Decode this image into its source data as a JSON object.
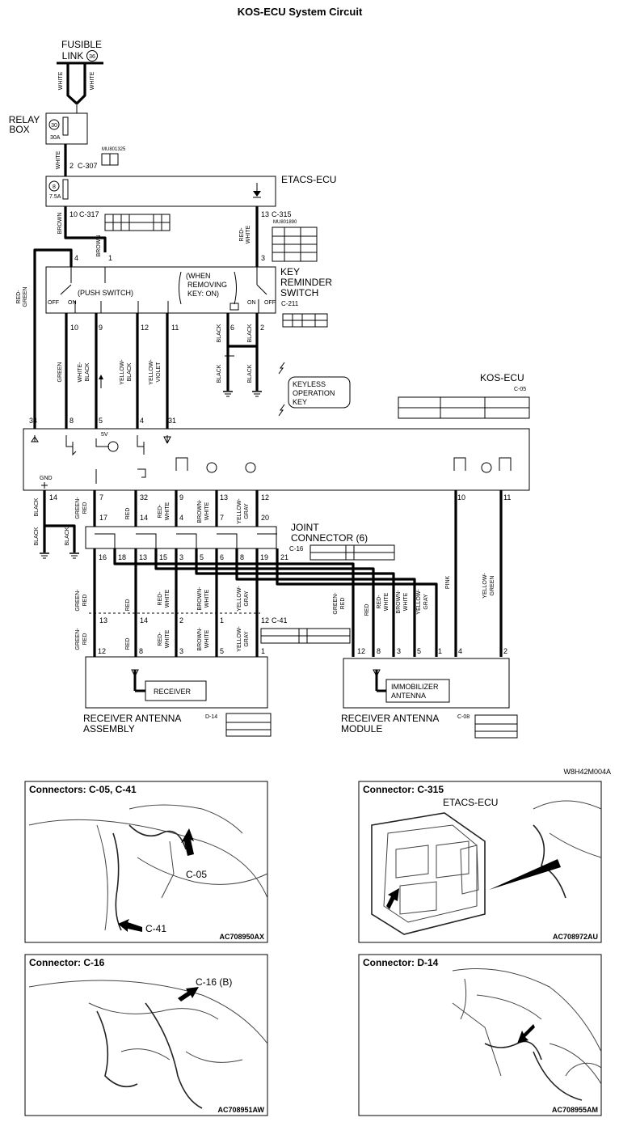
{
  "title": "KOS-ECU System Circuit",
  "figure_code": "W8H42M004A",
  "top": {
    "fusible_link_label_1": "FUSIBLE",
    "fusible_link_label_2": "LINK",
    "fusible_link_no": "36",
    "relay_box_1": "RELAY",
    "relay_box_2": "BOX",
    "fuse30_no": "30",
    "fuse30_rating": "30A",
    "fuse8_no": "8",
    "fuse8_rating": "7.5A",
    "c307_pin": "2",
    "c307": "C-307",
    "c307_part": "MU801325",
    "etacs": "ETACS-ECU",
    "c317_pin": "10",
    "c317": "C-317",
    "c315_pin": "13",
    "c315": "C-315",
    "c315_part": "MU801890",
    "key_reminder_1": "KEY",
    "key_reminder_2": "REMINDER",
    "key_reminder_3": "SWITCH",
    "c211": "C-211",
    "push_switch": "(PUSH SWITCH)",
    "when_1": "(WHEN",
    "when_2": "REMOVING",
    "when_3": "KEY: ON)",
    "off": "OFF",
    "on": "ON",
    "keyless_1": "KEYLESS",
    "keyless_2": "OPERATION",
    "keyless_3": "KEY",
    "kos_ecu": "KOS-ECU",
    "c05": "C-05",
    "five_v": "5V",
    "gnd": "GND"
  },
  "wires": {
    "white": "WHITE",
    "brown": "BROWN",
    "red_white_1": "RED-",
    "red_white_2": "WHITE",
    "red_green_1": "RED-",
    "red_green_2": "GREEN",
    "green": "GREEN",
    "white_black_1": "WHITE-",
    "white_black_2": "BLACK",
    "yellow_black_1": "YELLOW-",
    "yellow_black_2": "BLACK",
    "yellow_violet_1": "YELLOW-",
    "yellow_violet_2": "VIOLET",
    "black": "BLACK",
    "green_red_1": "GREEN-",
    "green_red_2": "RED",
    "red": "RED",
    "brown_white_1": "BROWN-",
    "brown_white_2": "WHITE",
    "yellow_gray_1": "YELLOW-",
    "yellow_gray_2": "GRAY",
    "pink": "PINK",
    "yellow_green_1": "YELLOW-",
    "yellow_green_2": "GREEN"
  },
  "pins": {
    "ks4": "4",
    "ks1": "1",
    "ks3": "3",
    "ks10": "10",
    "ks9": "9",
    "ks12": "12",
    "ks11": "11",
    "ks6": "6",
    "ks2": "2",
    "ecu34": "34",
    "ecu8": "8",
    "ecu5": "5",
    "ecu4": "4",
    "ecu31": "31",
    "ecu14": "14",
    "ecu7": "7",
    "ecu32": "32",
    "ecu9": "9",
    "ecu13": "13",
    "ecu12": "12",
    "ecu10": "10",
    "ecu11": "11",
    "jc17": "17",
    "jc14": "14",
    "jc4": "4",
    "jc7": "7",
    "jc20": "20",
    "jc16": "16",
    "jc18": "18",
    "jc13": "13",
    "jc15": "15",
    "jc3": "3",
    "jc5": "5",
    "jc6": "6",
    "jc8": "8",
    "jc19": "19",
    "jc21": "21",
    "c41_13": "13",
    "c41_14": "14",
    "c41_2": "2",
    "c41_1": "1",
    "c41_12": "12",
    "ra12": "12",
    "ra8": "8",
    "ra3": "3",
    "ra5": "5",
    "ra1": "1",
    "rm12": "12",
    "rm8": "8",
    "rm3": "3",
    "rm5": "5",
    "rm1": "1",
    "rm4": "4",
    "rm2": "2"
  },
  "joint_connector_1": "JOINT",
  "joint_connector_2": "CONNECTOR (6)",
  "c16": "C-16",
  "c41": "C-41",
  "receiver": "RECEIVER",
  "receiver_assy_1": "RECEIVER ANTENNA",
  "receiver_assy_2": "ASSEMBLY",
  "d14": "D-14",
  "immobilizer_1": "IMMOBILIZER",
  "immobilizer_2": "ANTENNA",
  "receiver_module_1": "RECEIVER ANTENNA",
  "receiver_module_2": "MODULE",
  "c08": "C-08",
  "panels": [
    {
      "title": "Connectors: C-05, C-41",
      "code": "AC708950AX",
      "callout_1": "C-05",
      "callout_2": "C-41"
    },
    {
      "title": "Connector: C-315",
      "code": "AC708972AU",
      "callout_1": "ETACS-ECU"
    },
    {
      "title": "Connector: C-16",
      "code": "AC708951AW",
      "callout_1": "C-16 (B)"
    },
    {
      "title": "Connector: D-14",
      "code": "AC708955AM"
    }
  ]
}
